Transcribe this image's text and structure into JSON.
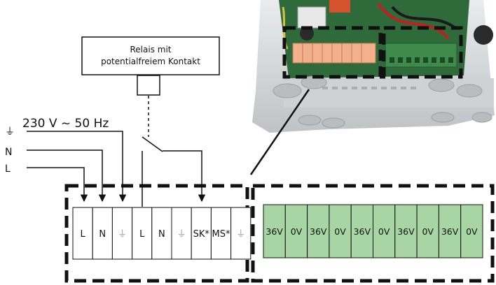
{
  "relay_box": {
    "line1": "Relais mit",
    "line2": "potentialfreiem Kontakt"
  },
  "supply": {
    "heading": "230 V ~ 50 Hz",
    "wires": [
      {
        "label": "⏚",
        "icon": "ground-icon"
      },
      {
        "label": "N"
      },
      {
        "label": "L"
      }
    ]
  },
  "terminals_left": [
    "L",
    "N",
    "⏚",
    "L",
    "N",
    "⏚",
    "SK*",
    "MS*",
    "⏚"
  ],
  "terminals_right": [
    "36V",
    "0V",
    "36V",
    "0V",
    "36V",
    "0V",
    "36V",
    "0V",
    "36V",
    "0V"
  ],
  "colors": {
    "line": "#111111",
    "terminal_green": "#a8d5a4",
    "ground_symbol": "#999999",
    "housing": "#d9dcdd",
    "pcb": "#2f6b3a",
    "connector_orange": "#f0a27a",
    "connector_green": "#3d8a4a"
  }
}
